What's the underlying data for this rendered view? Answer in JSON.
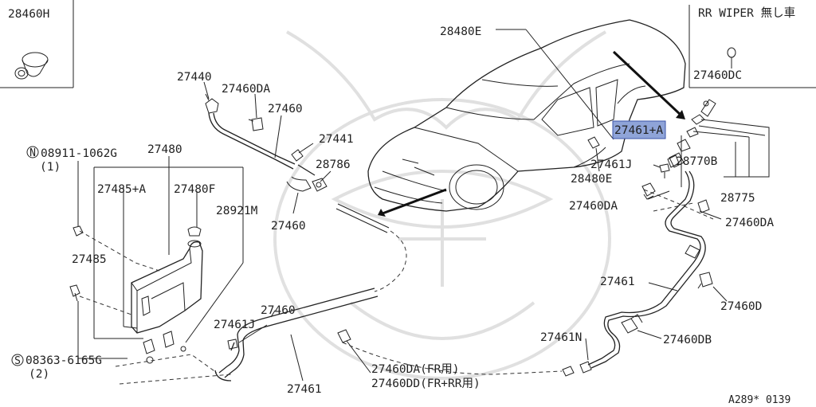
{
  "labels": {
    "p28460H": "28460H",
    "pRRWiper": "RR WIPER 無し車",
    "p27460DC": "27460DC",
    "p28480E_top": "28480E",
    "p27440": "27440",
    "p27460DA_a": "27460DA",
    "p27460_a": "27460",
    "p27441": "27441",
    "p28786": "28786",
    "p27460_b": "27460",
    "p27480": "27480",
    "pN08911": "08911-1062G",
    "pN_qty": "(1)",
    "p27485A": "27485+A",
    "p27480F": "27480F",
    "p28921M": "28921M",
    "p27485": "27485",
    "pS08363": "08363-6165G",
    "pS_qty": "(2)",
    "p27461A": "27461+A",
    "p27461J_a": "27461J",
    "p28770B": "28770B",
    "p28480E_b": "28480E",
    "p28775": "28775",
    "p27460DA_b": "27460DA",
    "p27460DA_c": "27460DA",
    "p27461_a": "27461",
    "p27460D": "27460D",
    "p27460_c": "27460",
    "p27461J_b": "27461J",
    "p27461N": "27461N",
    "p27460DB": "27460DB",
    "p27460DA_fr": "27460DA(FR用)",
    "p27460DD_frrr": "27460DD(FR+RR用)",
    "p27461_b": "27461",
    "code": "A289* 0139"
  },
  "symbols": {
    "circle_n": "N",
    "circle_s": "S"
  },
  "colors": {
    "line": "#222222",
    "highlight": "#8fa4d8",
    "watermark": "#d9d9d9"
  }
}
